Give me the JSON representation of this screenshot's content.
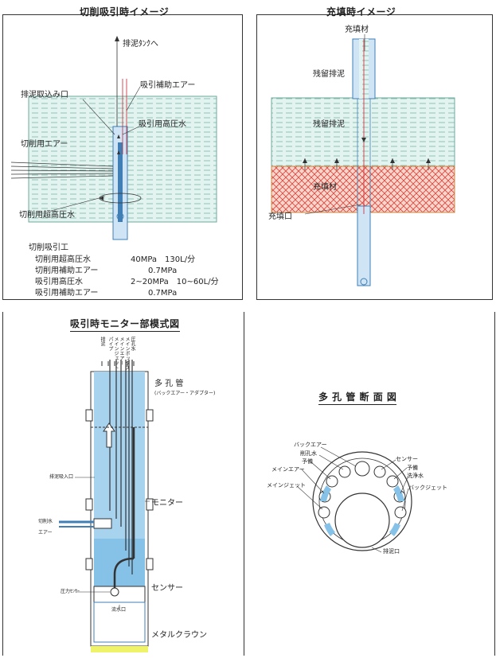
{
  "panel1": {
    "title": "切削吸引時イメージ",
    "labels": {
      "to_tank": "排泥ﾀﾝｸへ",
      "aux_air": "吸引補助エアー",
      "intake": "排泥取込み口",
      "suction_water": "吸引用高圧水",
      "cut_air": "切削用エアー",
      "cut_water": "切削用超高圧水"
    },
    "spec_title": "切削吸引工",
    "specs": [
      {
        "name": "切削用超高圧水",
        "value": "40MPa　130L/分"
      },
      {
        "name": "切削用補助エアー",
        "value": "0.7MPa"
      },
      {
        "name": "吸引用高圧水",
        "value": "2~20MPa　10~60L/分"
      },
      {
        "name": "吸引用補助エアー",
        "value": "0.7MPa"
      }
    ]
  },
  "panel2": {
    "title": "充填時イメージ",
    "labels": {
      "fill_material_top": "充填材",
      "residual_top": "残留排泥",
      "residual_mid": "残留排泥",
      "fill_material_mid": "充填材",
      "fill_port": "充填口"
    }
  },
  "panel3": {
    "title": "吸引時モニター部模式図",
    "top_vertical": [
      "排泥",
      "パイプ",
      "メインジェット",
      "メインエアー",
      "メインボックス",
      "圧孔水"
    ],
    "labels": {
      "multi_pipe": "多 孔 管",
      "multi_pipe_sub": "(バックエアー・アダプター)",
      "mud_intake": "排泥吸入口",
      "cut_water": "切削水",
      "air": "エアー",
      "monitor": "モニター",
      "pressure_sensor": "圧力ｾﾝｻｰ",
      "sensor": "センサー",
      "drain": "流水口",
      "metal_crown": "メタルクラウン"
    }
  },
  "panel4": {
    "title": "多 孔 管 断 面 図",
    "labels": {
      "back_air": "バックエアー",
      "hole_water": "削孔水",
      "spare_left": "予備",
      "main_air": "メインエアー",
      "main_jet": "メインジェット",
      "sensor": "センサー",
      "spare_right": "予備",
      "wash_water": "洗浄水",
      "back_jet": "バックジェット",
      "mud_port": "排泥口"
    }
  },
  "colors": {
    "water_fill": "#dff2ee",
    "water_line": "#6fb3a6",
    "fill_hatch": "#d9433b",
    "fill_bg": "#f7dcd4",
    "pipe": "#9fc8e6",
    "pipe_dark": "#3f7fb5",
    "monitor_blue": "#86c2e8"
  }
}
